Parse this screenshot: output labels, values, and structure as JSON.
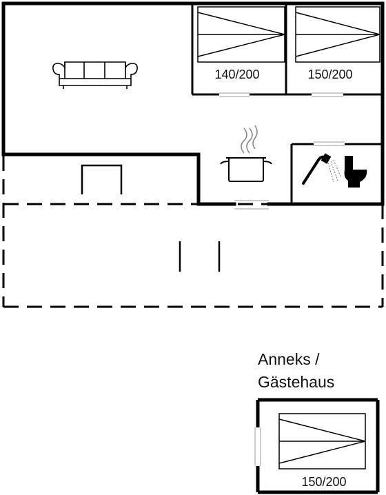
{
  "floorplan": {
    "beds": [
      {
        "size": "140/200"
      },
      {
        "size": "150/200"
      }
    ],
    "annex": {
      "title_line1": "Anneks /",
      "title_line2": "Gästehaus",
      "bed": {
        "size": "150/200"
      }
    },
    "icons": [
      "sofa-icon",
      "cooking-pot-icon",
      "shower-icon",
      "toilet-icon",
      "bed-icon"
    ],
    "colors": {
      "wall": "#000000",
      "line": "#222222",
      "background": "#ffffff"
    }
  }
}
